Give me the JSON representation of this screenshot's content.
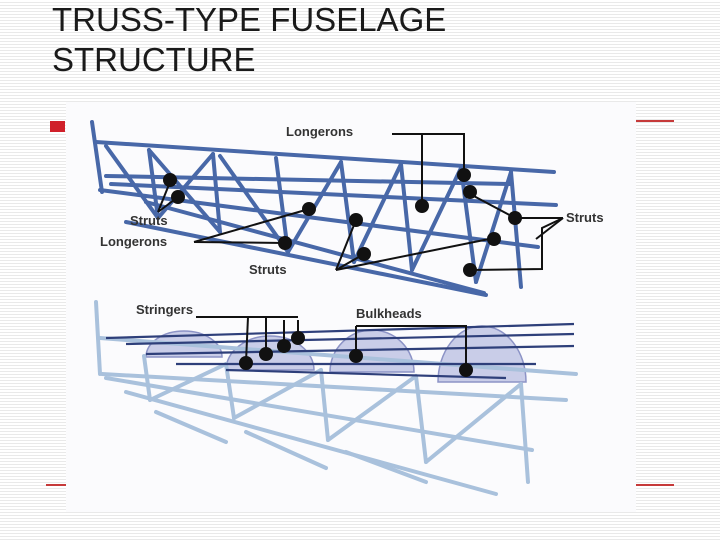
{
  "slide": {
    "title_line1": "TRUSS-TYPE FUSELAGE",
    "title_line2": "STRUCTURE",
    "accent_color": "#d0202a"
  },
  "diagram": {
    "top_labels": {
      "longerons_top": "Longerons",
      "struts_left": "Struts",
      "longerons_left": "Longerons",
      "struts_right": "Struts",
      "struts_bottom": "Struts"
    },
    "bottom_labels": {
      "stringers": "Stringers",
      "bulkheads": "Bulkheads"
    },
    "colors": {
      "truss_top": "#4868a8",
      "truss_bottom": "#a9c1dc",
      "bulkhead_fill": "#c9cde8",
      "callout": "#111111"
    }
  }
}
